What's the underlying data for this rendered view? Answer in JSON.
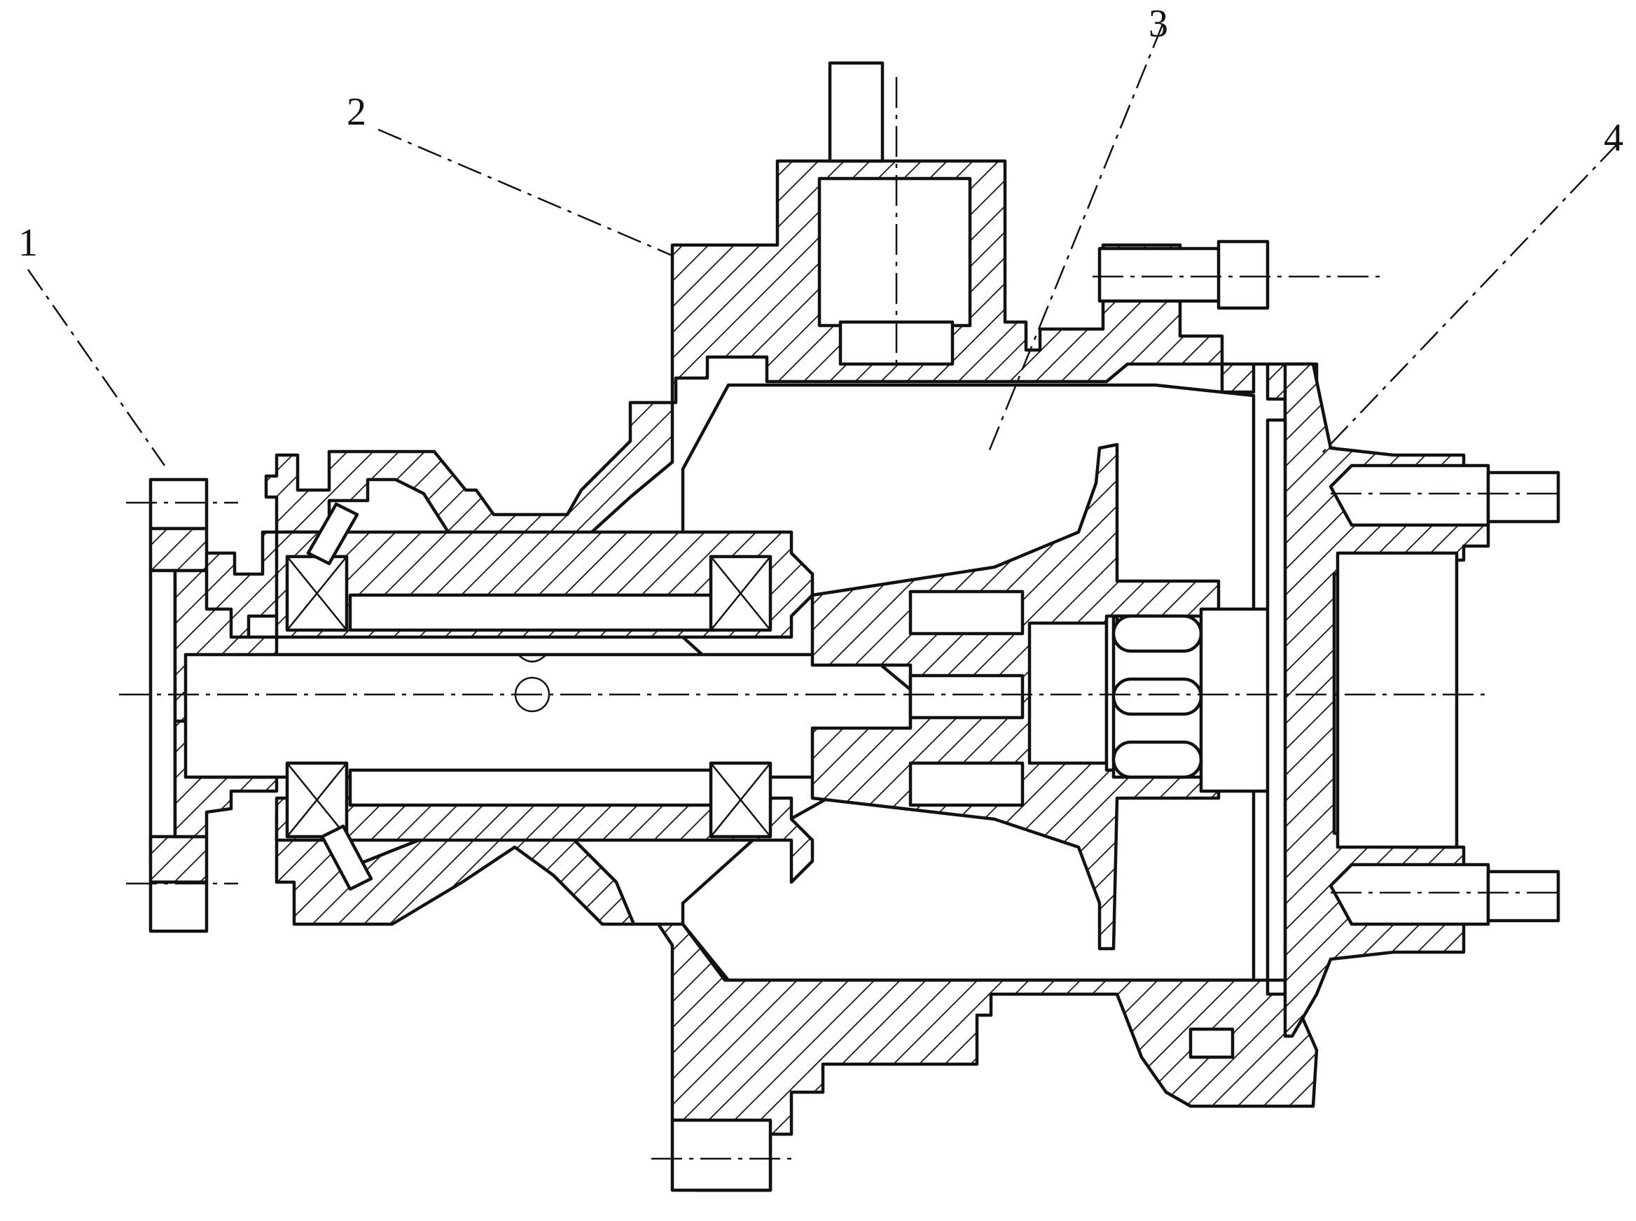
{
  "figure": {
    "callouts": [
      {
        "id": "1",
        "text": "1"
      },
      {
        "id": "2",
        "text": "2"
      },
      {
        "id": "3",
        "text": "3"
      },
      {
        "id": "4",
        "text": "4"
      }
    ],
    "line_color": "#111111",
    "background": "#ffffff"
  }
}
